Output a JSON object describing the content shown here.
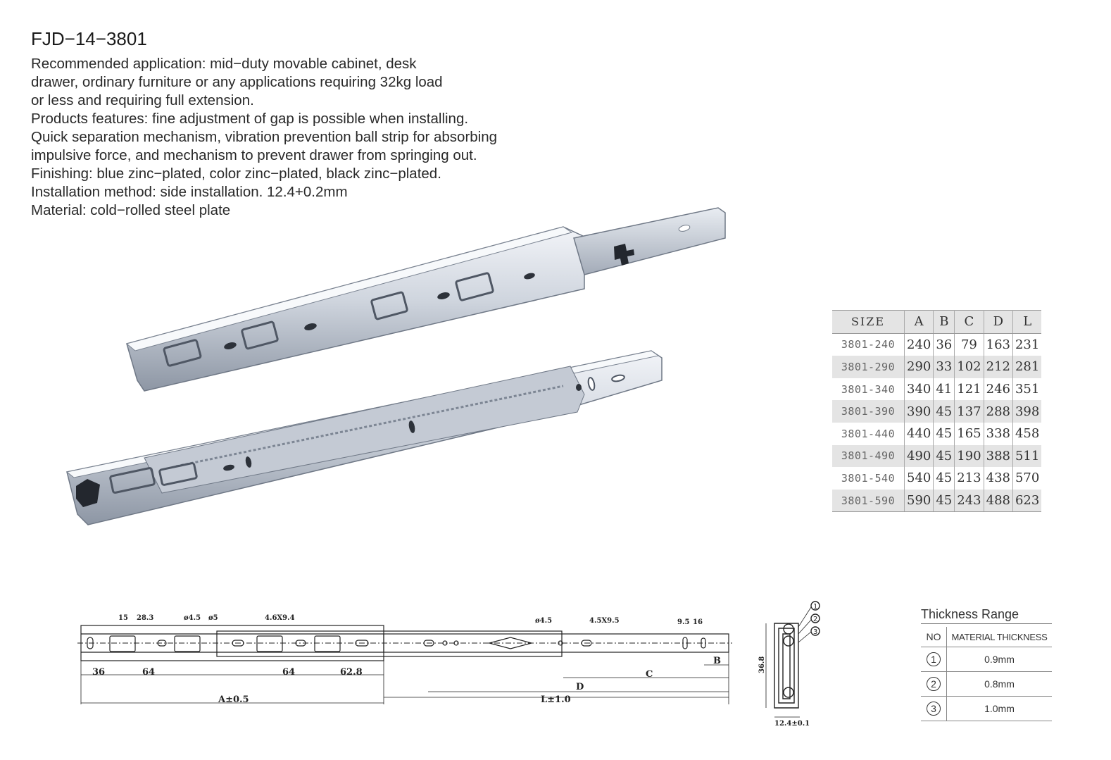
{
  "product": {
    "title": "FJD−14−3801",
    "description_lines": [
      "Recommended application: mid−duty movable cabinet, desk",
      "drawer, ordinary furniture or any applications requiring 32kg load",
      "or less and requiring full extension.",
      "Products features: fine adjustment of gap is possible when installing.",
      "Quick separation mechanism, vibration prevention ball strip for absorbing",
      "impulsive force, and mechanism to prevent drawer from springing out.",
      "Finishing: blue zinc−plated, color zinc−plated, black zinc−plated.",
      "Installation method: side installation. 12.4+0.2mm",
      "Material: cold−rolled steel plate"
    ]
  },
  "size_table": {
    "headers": [
      "SIZE",
      "A",
      "B",
      "C",
      "D",
      "L"
    ],
    "rows": [
      [
        "3801-240",
        "240",
        "36",
        "79",
        "163",
        "231"
      ],
      [
        "3801-290",
        "290",
        "33",
        "102",
        "212",
        "281"
      ],
      [
        "3801-340",
        "340",
        "41",
        "121",
        "246",
        "351"
      ],
      [
        "3801-390",
        "390",
        "45",
        "137",
        "288",
        "398"
      ],
      [
        "3801-440",
        "440",
        "45",
        "165",
        "338",
        "458"
      ],
      [
        "3801-490",
        "490",
        "45",
        "190",
        "388",
        "511"
      ],
      [
        "3801-540",
        "540",
        "45",
        "213",
        "438",
        "570"
      ],
      [
        "3801-590",
        "590",
        "45",
        "243",
        "488",
        "623"
      ]
    ]
  },
  "drawing": {
    "labels_top": [
      "15",
      "28.3",
      "ø4.5",
      "ø5",
      "4.6X9.4",
      "ø4.5",
      "4.5X9.5",
      "9.5",
      "16"
    ],
    "labels_bottom": [
      "36",
      "64",
      "64",
      "62.8"
    ],
    "dim_b": "B",
    "dim_c": "C",
    "dim_d": "D",
    "dim_a": "A±0.5",
    "dim_l": "L±1.0",
    "section_height": "36.8",
    "section_width": "12.4±0.1",
    "callouts": [
      "1",
      "2",
      "3"
    ]
  },
  "thickness": {
    "title": "Thickness Range",
    "header_no": "NO",
    "header_material": "MATERIAL THICKNESS",
    "rows": [
      {
        "no": "1",
        "value": "0.9mm"
      },
      {
        "no": "2",
        "value": "0.8mm"
      },
      {
        "no": "3",
        "value": "1.0mm"
      }
    ]
  },
  "colors": {
    "rail_light": "#dfe3ea",
    "rail_mid": "#b9c0cc",
    "rail_dark": "#6f7886",
    "table_shade": "#e4e4e4"
  }
}
